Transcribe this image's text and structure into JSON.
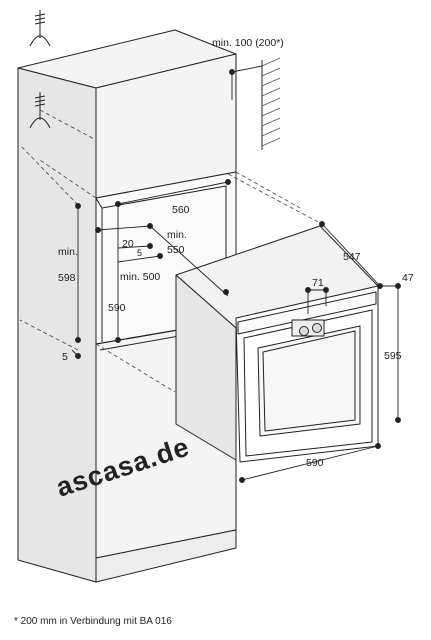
{
  "dimensions": {
    "top_clearance": "min. 100 (200*)",
    "cutout_width": "560",
    "cutout_height_line1": "min.",
    "cutout_height_line2": "598",
    "cutout_depth_line1": "min.",
    "cutout_depth_line2": "550",
    "vent_20": "20",
    "vent_5_inner": "5",
    "min_500": "min. 500",
    "cutout_590": "590",
    "bottom_5": "5",
    "appliance_depth": "547",
    "panel_47": "47",
    "panel_71": "71",
    "appliance_height": "595",
    "appliance_width": "590"
  },
  "watermark": "ascasa.de",
  "footnote": "* 200 mm in Verbindung mit BA 016",
  "colors": {
    "line": "#222222",
    "cabinet_fill": "#f4f4f4",
    "cabinet_shade": "#e4e4e4",
    "appliance_side": "#e6e6e6",
    "appliance_front": "#ffffff",
    "watermark": "#cfcfcf"
  },
  "icons": [
    "power-outlet-icon",
    "ground-symbol-icon",
    "wall-hatch-icon",
    "knob-icon"
  ]
}
